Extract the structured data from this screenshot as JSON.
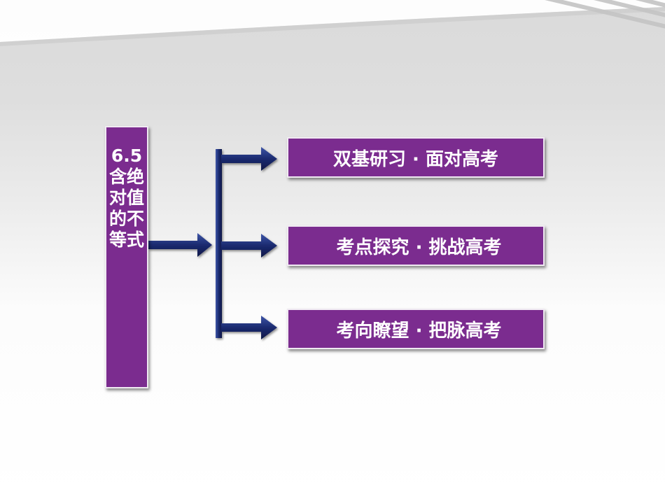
{
  "title": "6.5含绝对值的不等式",
  "topics": [
    {
      "label": "双基研习 · 面对高考"
    },
    {
      "label": " 考点探究 · 挑战高考"
    },
    {
      "label": " 考向瞭望 · 把脉高考"
    }
  ],
  "colors": {
    "box_fill": "#7b2c8f",
    "box_border": "#f0eaf2",
    "arrow_fill": "#1b2a6f",
    "text": "#ffffff"
  }
}
